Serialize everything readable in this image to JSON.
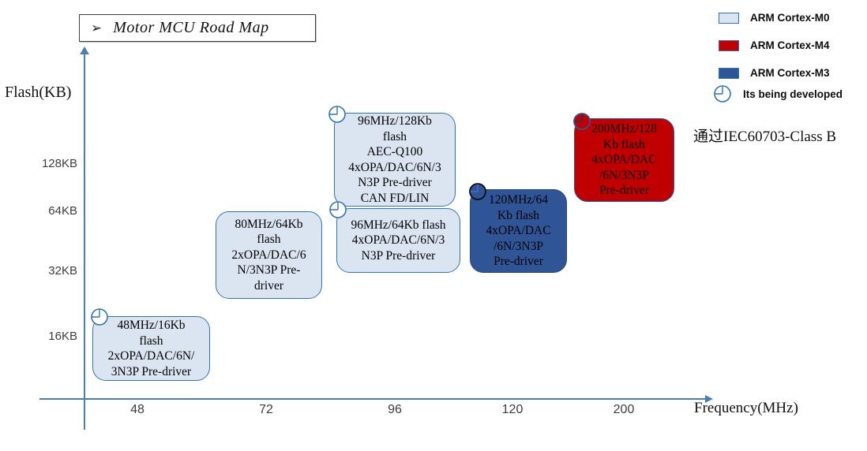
{
  "title": {
    "arrow": "➢",
    "text": "Motor MCU Road Map"
  },
  "axes": {
    "y_label": "Flash(KB)",
    "x_label": "Frequency(MHz)",
    "y_ticks": [
      "128KB",
      "64KB",
      "32KB",
      "16KB"
    ],
    "x_ticks": [
      "48",
      "72",
      "96",
      "120",
      "200"
    ],
    "axis_color": "#4a7ebb"
  },
  "legend": {
    "items": [
      {
        "label": "ARM Cortex-M0",
        "swatch_color": "#dbe5f2"
      },
      {
        "label": "ARM Cortex-M4",
        "swatch_color": "#c00000"
      },
      {
        "label": "ARM Cortex-M3",
        "swatch_color": "#2f5597"
      },
      {
        "label": "Its being developed",
        "icon": "clock-icon"
      }
    ]
  },
  "note": {
    "text": "通过IEC60703-Class B"
  },
  "boxes": [
    {
      "name": "mcu-48mhz",
      "core": "ARM Cortex-M0",
      "in_development": true,
      "text": "48MHz/16Kb\nflash\n2xOPA/DAC/6N/\n3N3P Pre-driver"
    },
    {
      "name": "mcu-80mhz",
      "core": "ARM Cortex-M0",
      "in_development": false,
      "text": "80MHz/64Kb\nflash\n2xOPA/DAC/6\nN/3N3P Pre-\ndriver"
    },
    {
      "name": "mcu-96mhz-128kb",
      "core": "ARM Cortex-M0",
      "in_development": true,
      "text": "96MHz/128Kb\nflash\nAEC-Q100\n4xOPA/DAC/6N/3\nN3P Pre-driver\nCAN FD/LIN"
    },
    {
      "name": "mcu-96mhz-64kb",
      "core": "ARM Cortex-M0",
      "in_development": true,
      "text": "96MHz/64Kb flash\n4xOPA/DAC/6N/3\nN3P Pre-driver"
    },
    {
      "name": "mcu-120mhz",
      "core": "ARM Cortex-M3",
      "in_development": true,
      "text": "120MHz/64\nKb flash\n4xOPA/DAC\n/6N/3N3P\nPre-driver"
    },
    {
      "name": "mcu-200mhz",
      "core": "ARM Cortex-M4",
      "in_development": true,
      "text": "200MHz/128\nKb flash\n4xOPA/DAC\n/6N/3N3P\nPre-driver"
    }
  ],
  "chart_data": {
    "type": "scatter",
    "title": "Motor MCU Road Map",
    "xlabel": "Frequency(MHz)",
    "ylabel": "Flash(KB)",
    "x_tick_labels": [
      48,
      72,
      96,
      120,
      200
    ],
    "y_tick_labels": [
      "16KB",
      "32KB",
      "64KB",
      "128KB"
    ],
    "grid": false,
    "legend_position": "top-right",
    "series_colors": {
      "ARM Cortex-M0": "#dbe5f2",
      "ARM Cortex-M3": "#2f5597",
      "ARM Cortex-M4": "#c00000"
    },
    "points": [
      {
        "frequency_mhz": 48,
        "flash_kb": 16,
        "core": "ARM Cortex-M0",
        "in_development": true,
        "features": "48MHz/16Kb flash 2xOPA/DAC/6N/3N3P Pre-driver"
      },
      {
        "frequency_mhz": 80,
        "flash_kb": 64,
        "core": "ARM Cortex-M0",
        "in_development": false,
        "features": "80MHz/64Kb flash 2xOPA/DAC/6N/3N3P Pre-driver"
      },
      {
        "frequency_mhz": 96,
        "flash_kb": 128,
        "core": "ARM Cortex-M0",
        "in_development": true,
        "features": "96MHz/128Kb flash AEC-Q100 4xOPA/DAC/6N/3N3P Pre-driver CAN FD/LIN"
      },
      {
        "frequency_mhz": 96,
        "flash_kb": 64,
        "core": "ARM Cortex-M0",
        "in_development": true,
        "features": "96MHz/64Kb flash 4xOPA/DAC/6N/3N3P Pre-driver"
      },
      {
        "frequency_mhz": 120,
        "flash_kb": 64,
        "core": "ARM Cortex-M3",
        "in_development": true,
        "features": "120MHz/64Kb flash 4xOPA/DAC/6N/3N3P Pre-driver"
      },
      {
        "frequency_mhz": 200,
        "flash_kb": 128,
        "core": "ARM Cortex-M4",
        "in_development": true,
        "features": "200MHz/128Kb flash 4xOPA/DAC/6N/3N3P Pre-driver"
      }
    ]
  }
}
